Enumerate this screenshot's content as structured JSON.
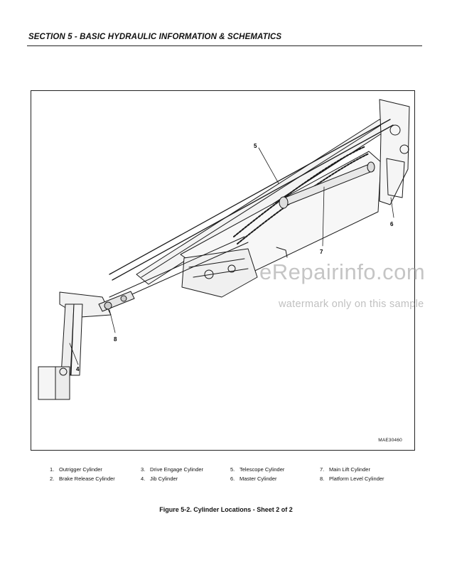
{
  "header": {
    "section_title": "SECTION 5 - BASIC HYDRAULIC INFORMATION & SCHEMATICS"
  },
  "figure": {
    "drawing_code": "MAE30460",
    "callouts": [
      "5",
      "6",
      "7",
      "8",
      "4"
    ],
    "caption": "Figure 5-2.  Cylinder Locations - Sheet 2 of 2"
  },
  "legend": {
    "items": [
      {
        "num": "1.",
        "label": "Outrigger Cylinder"
      },
      {
        "num": "2.",
        "label": "Brake Release Cylinder"
      },
      {
        "num": "3.",
        "label": "Drive Engage Cylinder"
      },
      {
        "num": "4.",
        "label": "Jib Cylinder"
      },
      {
        "num": "5.",
        "label": "Telescope Cylinder"
      },
      {
        "num": "6.",
        "label": "Master Cylinder"
      },
      {
        "num": "7.",
        "label": "Main Lift Cylinder"
      },
      {
        "num": "8.",
        "label": "Platform Level Cylinder"
      }
    ]
  },
  "watermark": {
    "main": "eRepairinfo.com",
    "sub": "watermark only on this sample"
  }
}
